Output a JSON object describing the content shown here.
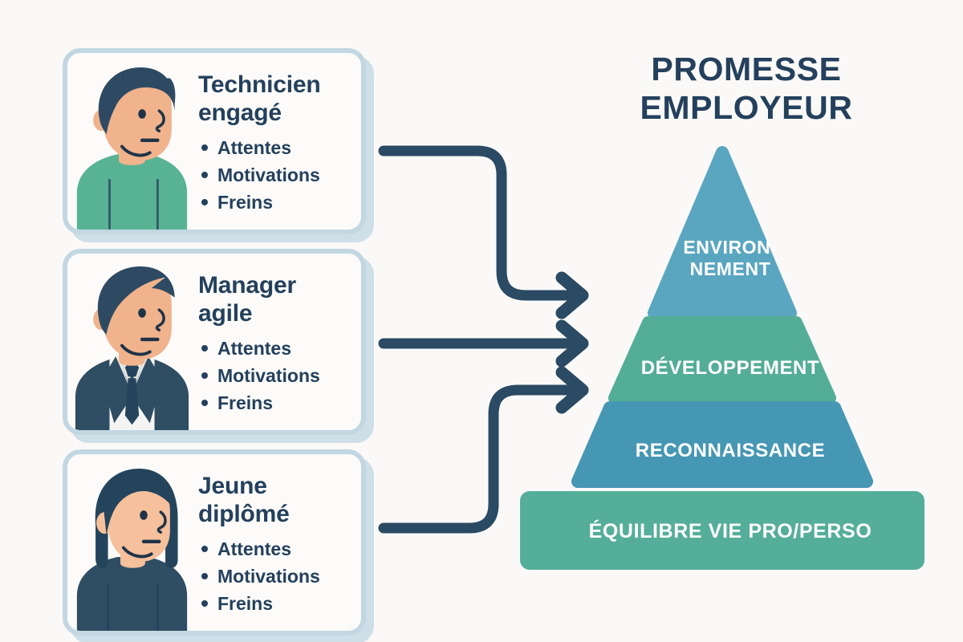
{
  "background_color": "#FAF9F7",
  "personas": [
    {
      "name": "persona-technicien",
      "title": "Technicien engagé",
      "bullets": [
        "Attentes",
        "Motivations",
        "Freins"
      ],
      "avatar": {
        "icon": "male-technician-avatar-icon",
        "hair_color": "#2E4A63",
        "skin_color": "#F0B38C",
        "clothing_color": "#58B394"
      }
    },
    {
      "name": "persona-manager",
      "title": "Manager agile",
      "bullets": [
        "Attentes",
        "Motivations",
        "Freins"
      ],
      "avatar": {
        "icon": "male-manager-suit-avatar-icon",
        "hair_color": "#2E4A63",
        "skin_color": "#F0B38C",
        "clothing_color": "#2F4D63"
      }
    },
    {
      "name": "persona-jeune-diplome",
      "title": "Jeune diplômé",
      "bullets": [
        "Attentes",
        "Motivations",
        "Freins"
      ],
      "avatar": {
        "icon": "female-graduate-avatar-icon",
        "hair_color": "#24445C",
        "skin_color": "#F5C09B",
        "clothing_color": "#2F4D63"
      }
    }
  ],
  "arrows": {
    "color": "#2B4A63",
    "count": 3,
    "items": [
      {
        "name": "arrow-technicien-to-pyramid",
        "from": "persona-technicien",
        "to": "pyramid-level-environnement"
      },
      {
        "name": "arrow-manager-to-pyramid",
        "from": "persona-manager",
        "to": "pyramid-level-developpement"
      },
      {
        "name": "arrow-jeune-diplome-to-pyramid",
        "from": "persona-jeune-diplome",
        "to": "pyramid-level-developpement"
      }
    ]
  },
  "pyramid": {
    "title": "PROMESSE\nEMPLOYEUR",
    "title_color": "#24405C",
    "levels": [
      {
        "name": "pyramid-level-environnement",
        "label": "ENVIRON-\nNEMENT",
        "color": "#5AA6C0"
      },
      {
        "name": "pyramid-level-developpement",
        "label": "DÉVELOPPEMENT",
        "color": "#54AD96"
      },
      {
        "name": "pyramid-level-reconnaissance",
        "label": "RECONNAISSANCE",
        "color": "#4697B3"
      },
      {
        "name": "pyramid-level-equilibre",
        "label": "ÉQUILIBRE VIE PRO/PERSO",
        "color": "#55AE99"
      }
    ]
  }
}
